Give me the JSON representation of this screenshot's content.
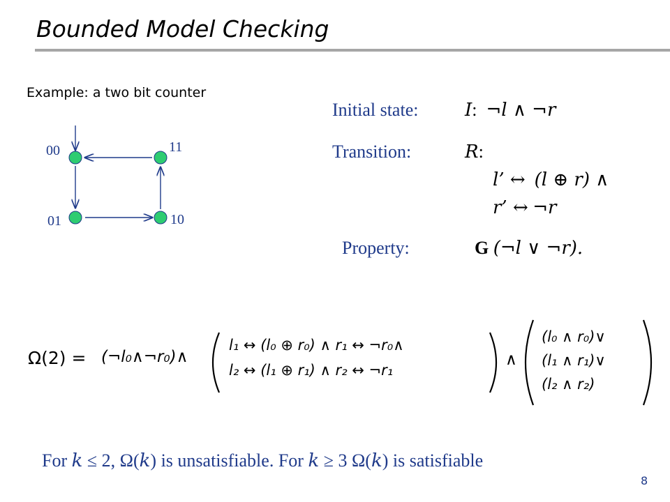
{
  "slide": {
    "title": "Bounded Model Checking",
    "example": "Example: a two bit counter",
    "page_number": "8"
  },
  "diagram": {
    "states": {
      "s00": "00",
      "s11": "11",
      "s01": "01",
      "s10": "10"
    },
    "node_color": "#22c55e",
    "arrow_color": "#1f3a8a"
  },
  "spec": {
    "initial_label": "Initial state:",
    "initial_var": "I",
    "initial_expr": "¬l ∧ ¬r",
    "transition_label": "Transition:",
    "transition_var": "R",
    "line1_lhs": "l’ ↔",
    "line1_rhs": "(l ⊕ r) ∧",
    "line2_lhs": "r’ ↔",
    "line2_rhs": "¬r",
    "property_label": "Property:",
    "property_g": "G",
    "property_expr": "(¬l ∨ ¬r)."
  },
  "formula": {
    "lhs": "Ω(2) =",
    "init": "(¬l₀∧¬r₀)∧",
    "row1": "l₁ ↔ (l₀ ⊕ r₀) ∧ r₁ ↔ ¬r₀∧",
    "row2": "l₂ ↔ (l₁ ⊕ r₁) ∧ r₂ ↔ ¬r₁",
    "mid_and": "∧",
    "prop1": "(l₀ ∧ r₀)∨",
    "prop2": "(l₁ ∧ r₁)∨",
    "prop3": "(l₂ ∧ r₂)"
  },
  "footer": {
    "part1": "For",
    "k1": "k",
    "rel1": "≤ 2, Ω(",
    "k2": "k",
    "part2": ") is unsatisfiable.",
    "part3": "For",
    "k3": "k",
    "rel2": "≥ 3 Ω(",
    "k4": "k",
    "part4": ") is satisfiable"
  }
}
